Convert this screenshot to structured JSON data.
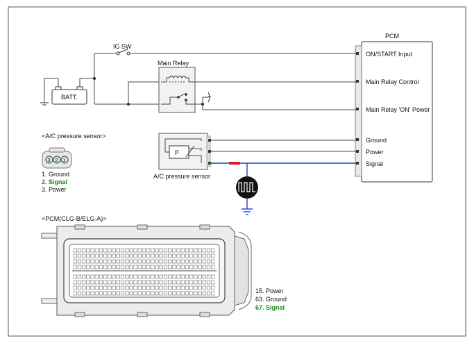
{
  "pcm": {
    "title": "PCM",
    "pins": [
      "ON/START Input",
      "Main Relay Control",
      "Main Relay 'ON' Power",
      "Ground",
      "Power",
      "Signal"
    ]
  },
  "ig_sw": "IG SW",
  "batt": "BATT.",
  "main_relay": "Main Relay",
  "relay_p": "P",
  "sensor": {
    "box_label": "A/C pressure sensor",
    "section_title": "<A/C pressure sensor>",
    "connector_pins": [
      "3",
      "2",
      "1"
    ],
    "legend": [
      {
        "text": "1. Ground",
        "color": "#111111"
      },
      {
        "text": "2. Signal",
        "color": "#1a8a1a"
      },
      {
        "text": "3. Power",
        "color": "#111111"
      }
    ]
  },
  "pcm_connector": {
    "section_title": "<PCM(CLG-B/ELG-A)>",
    "legend": [
      {
        "text": "15. Power",
        "color": "#111111"
      },
      {
        "text": "63. Ground",
        "color": "#111111"
      },
      {
        "text": "67. Signal",
        "color": "#1a8a1a"
      }
    ]
  },
  "colors": {
    "signal_wire": "#1a3fd6",
    "signal_highlight": "#d62020",
    "ground_symbol": "#1a3fd6",
    "signal_text": "#1a8a1a"
  }
}
